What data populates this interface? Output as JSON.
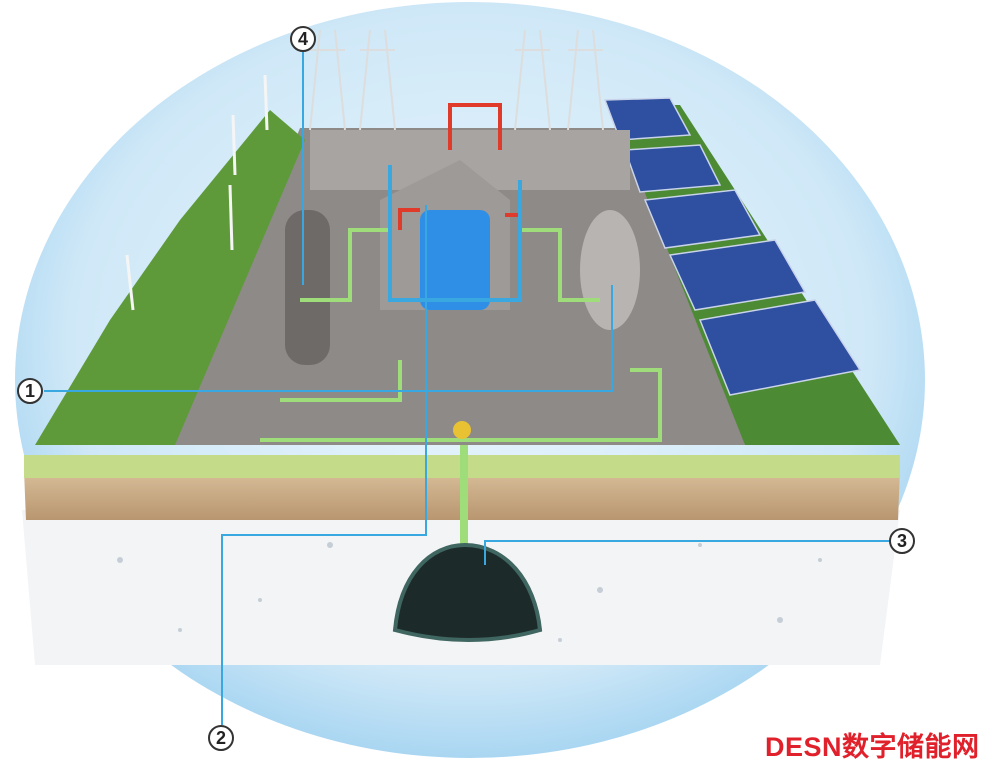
{
  "callouts": [
    "1",
    "2",
    "3",
    "4"
  ],
  "watermark": "DESN数字储能网",
  "colors": {
    "sky": "#cfe8f7",
    "leader_line": "#3aa8e0",
    "pipe_green": "#9fdc7a",
    "pipe_red": "#e03a2a",
    "soil": "#c9ab88",
    "cavern": "#1c2a2a",
    "brand_red": "#e0202a"
  }
}
